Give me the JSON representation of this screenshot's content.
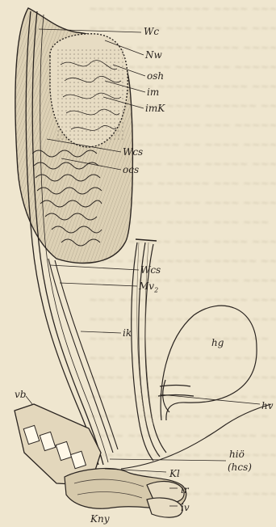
{
  "labels": {
    "wc": "Wc",
    "nw": "Nw",
    "osh": "osh",
    "im": "im",
    "imk": "imK",
    "wcs_upper": "Wcs",
    "ocs": "ocs",
    "wcs_lower": "Wcs",
    "mv2_base": "Mv",
    "mv2_sub": "2",
    "ik": "ik",
    "hg": "hg",
    "hv": "hv",
    "vb": "vb",
    "hio": "hiö",
    "hcs": "(hcs)",
    "kl": "Kl",
    "ir": "ir",
    "iv": "iv",
    "kny": "Kny"
  },
  "colors": {
    "ink": "#2a2420",
    "paper": "#efe6cf",
    "shade": "#8c8270"
  }
}
